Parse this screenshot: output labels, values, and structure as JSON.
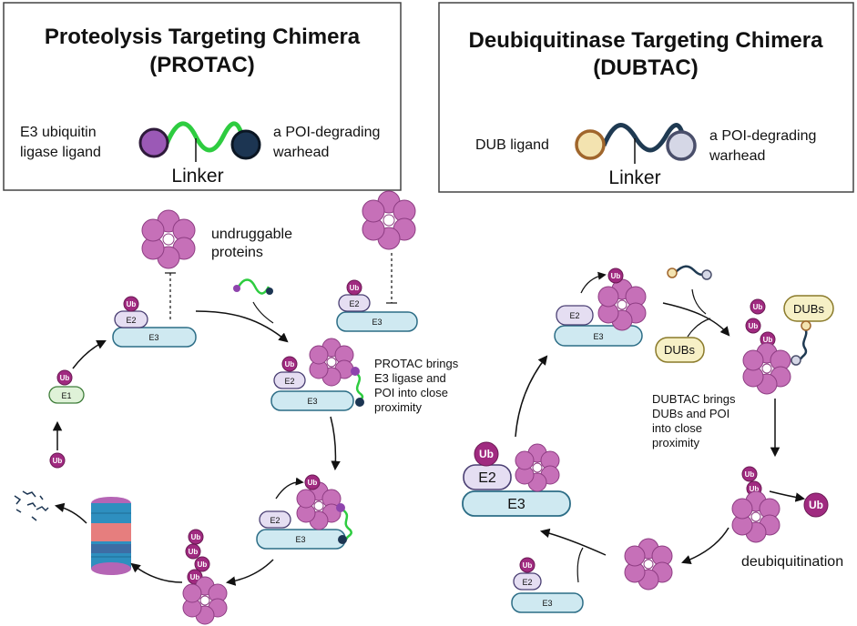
{
  "protac": {
    "title_line1": "Proteolysis Targeting Chimera",
    "title_line2": "(PROTAC)",
    "left_label_line1": "E3 ubiquitin",
    "left_label_line2": "ligase ligand",
    "right_label_line1": "a POI-degrading",
    "right_label_line2": "warhead",
    "linker_label": "Linker",
    "undruggable_line1": "undruggable",
    "undruggable_line2": "proteins",
    "note_line1": "PROTAC brings",
    "note_line2": "E3 ligase and",
    "note_line3": "POI into close",
    "note_line4": "proximity"
  },
  "dubtac": {
    "title_line1": "Deubiquitinase Targeting Chimera",
    "title_line2": "(DUBTAC)",
    "left_label": "DUB ligand",
    "right_label_line1": "a POI-degrading",
    "right_label_line2": "warhead",
    "linker_label": "Linker",
    "note_line1": "DUBTAC brings",
    "note_line2": "DUBs and POI",
    "note_line3": "into close",
    "note_line4": "proximity",
    "deubiquitination": "deubiquitination",
    "dubs_label": "DUBs"
  },
  "labels": {
    "ub": "Ub",
    "e1": "E1",
    "e2": "E2",
    "e3": "E3"
  },
  "colors": {
    "protac_linker": "#2ecc40",
    "dubtac_linker": "#1f3a52",
    "e3_ligand": "#8e44ad",
    "warhead_dark": "#1c3552",
    "dub_ligand": "#f3e3b0",
    "dub_ligand_stroke": "#a0662c",
    "warhead_light": "#d5d7e6",
    "protein": "#c670b8",
    "protein_stroke": "#8e3d83",
    "ub": "#a02a80",
    "e3_fill": "#cfe9f1",
    "e3_stroke": "#2c6d86",
    "e2_fill": "#e5def2",
    "e2_stroke": "#4a3f73",
    "e1_fill": "#dff2d8",
    "e1_stroke": "#3f7d3a",
    "dubs_fill": "#f6f0c6",
    "dubs_stroke": "#8a7a2a"
  }
}
